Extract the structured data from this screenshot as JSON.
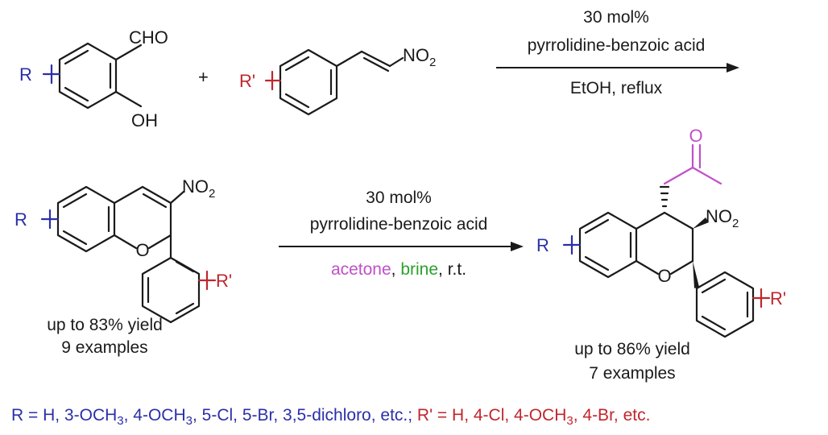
{
  "colors": {
    "ink": "#1a1a1a",
    "r_group": "#2b2fa8",
    "r_prime": "#c0262d",
    "acetone": "#c050c8",
    "brine": "#2ca02c"
  },
  "atoms": {
    "cho": "CHO",
    "oh": "OH",
    "no2": "NO",
    "no2_sub": "2",
    "o": "O",
    "r": "R",
    "r_prime": "R'",
    "plus": "+"
  },
  "step1": {
    "catalyst_loading": "30 mol%",
    "catalyst": "pyrrolidine-benzoic acid",
    "conditions": "EtOH, reflux"
  },
  "step2": {
    "catalyst_loading": "30 mol%",
    "catalyst": "pyrrolidine-benzoic acid",
    "acetone": "acetone",
    "sep1": ", ",
    "brine": "brine",
    "sep2": ", r.t."
  },
  "intermediate": {
    "yield": "up to 83% yield",
    "examples": "9 examples"
  },
  "product": {
    "yield": "up to 86% yield",
    "examples": "7 examples"
  },
  "footnote": {
    "r_part": [
      "R = H, 3-OCH",
      "3",
      ", 4-OCH",
      "3",
      ", 5-Cl, 5-Br, 3,5-dichloro, etc.; "
    ],
    "rp_part": [
      "R' = H, 4-Cl, 4-OCH",
      "3",
      ", 4-Br, etc."
    ]
  }
}
